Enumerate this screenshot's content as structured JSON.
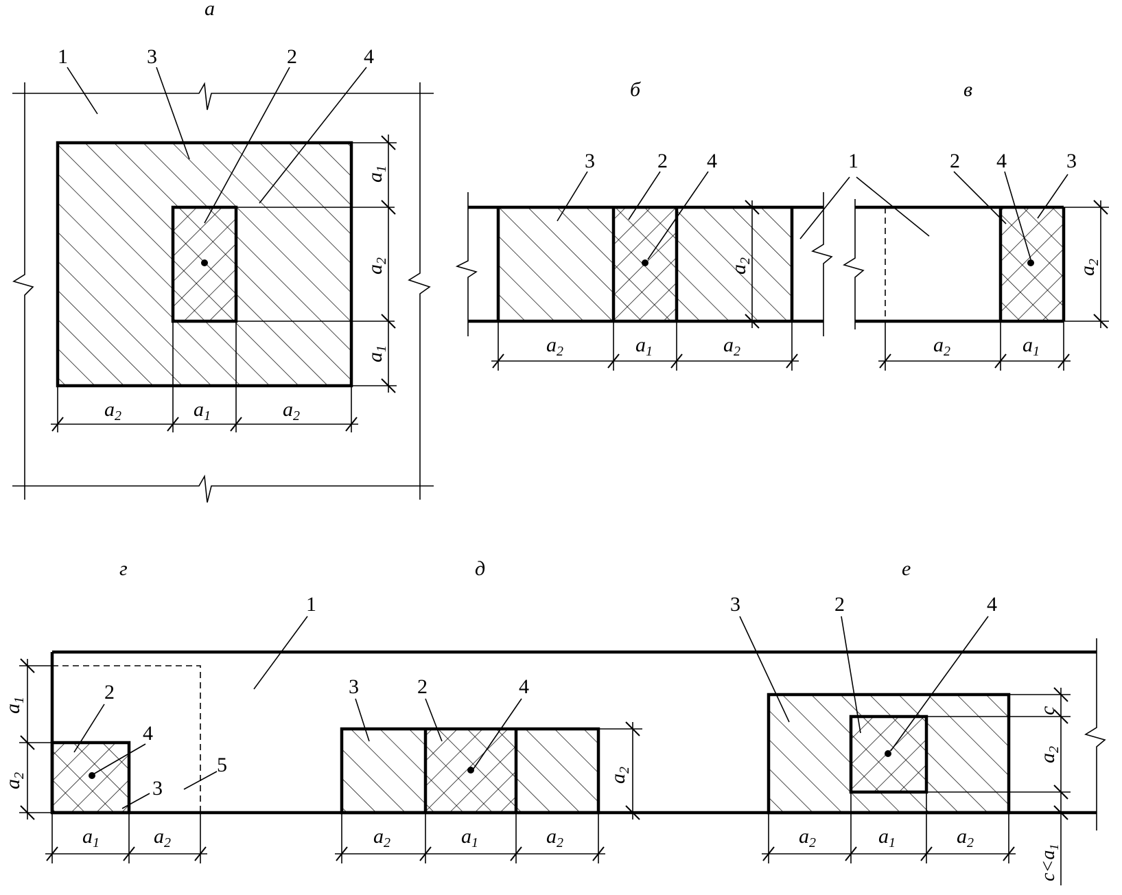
{
  "panels": {
    "a": {
      "letter": "а"
    },
    "b": {
      "letter": "б"
    },
    "v": {
      "letter": "в"
    },
    "g": {
      "letter": "г"
    },
    "d": {
      "letter": "д"
    },
    "e": {
      "letter": "е"
    }
  },
  "callouts": {
    "n1": "1",
    "n2": "2",
    "n3": "3",
    "n4": "4",
    "n5": "5"
  },
  "dims": {
    "a1": "a",
    "a2": "a",
    "sub1": "1",
    "sub2": "2",
    "c": "c",
    "c_lt_a1": "c<a"
  }
}
